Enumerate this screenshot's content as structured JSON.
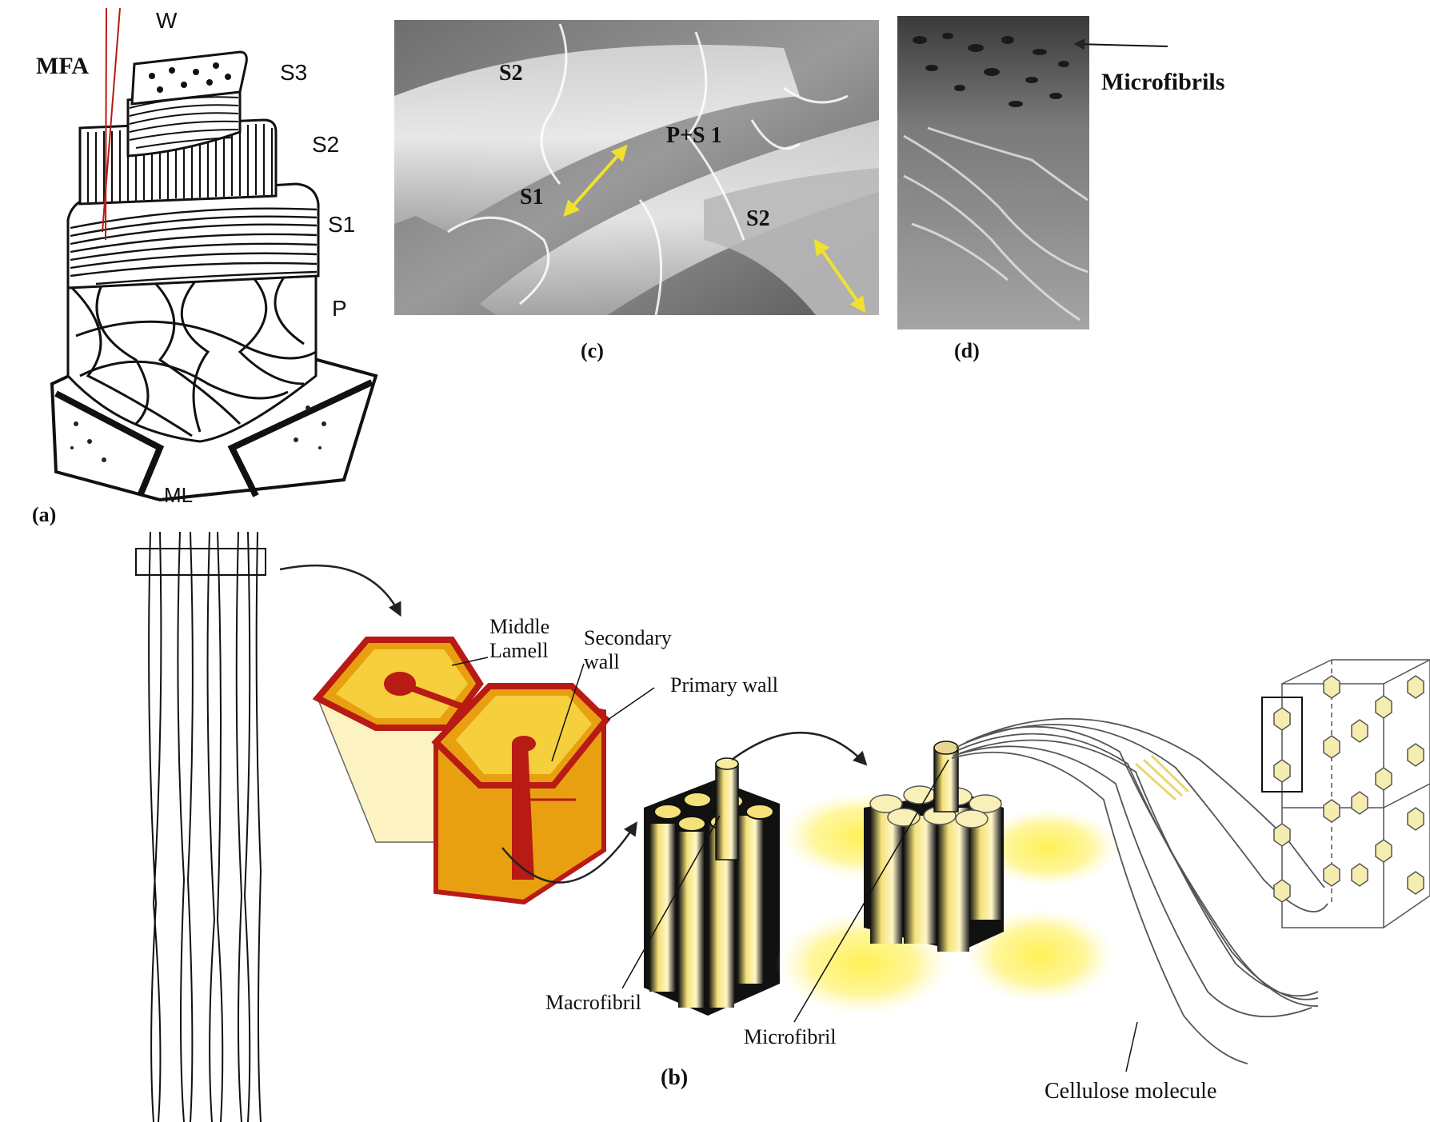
{
  "colors": {
    "accent_red": "#b81a14",
    "wall_orange": "#e8a010",
    "lumen_yellow": "#f5cf3c",
    "pale_yellow": "#fbf3c0",
    "glow_yellow": "#fff06a",
    "arrow_yellow": "#f2e030",
    "sem_gray": "#8c8c8c"
  },
  "panel_a": {
    "panel_label": "(a)",
    "labels": {
      "mfa": "MFA",
      "w": "W",
      "s3": "S3",
      "s2": "S2",
      "s1": "S1",
      "p": "P",
      "ml": "ML"
    }
  },
  "panel_c": {
    "panel_label": "(c)",
    "labels": {
      "s2_top": "S2",
      "p_s1": "P+S 1",
      "s1": "S1",
      "s2_right": "S2"
    }
  },
  "panel_d": {
    "panel_label": "(d)",
    "callout": "Microfibrils"
  },
  "panel_b": {
    "panel_label": "(b)",
    "labels": {
      "middle_lamell": [
        "Middle",
        "Lamell"
      ],
      "secondary_wall": [
        "Secondary",
        "wall"
      ],
      "primary_wall": "Primary wall",
      "macrofibril": "Macrofibril",
      "microfibril": "Microfibril",
      "cellulose_molecule": "Cellulose molecule"
    }
  }
}
